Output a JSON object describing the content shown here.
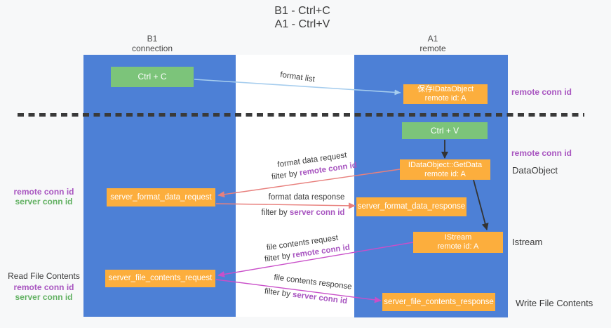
{
  "title": {
    "line1": "B1 - Ctrl+C",
    "line2": "A1 - Ctrl+V"
  },
  "lanes": {
    "left": {
      "name": "B1",
      "role": "connection"
    },
    "right": {
      "name": "A1",
      "role": "remote"
    }
  },
  "nodes": {
    "ctrl_c": {
      "label": "Ctrl + C"
    },
    "saved_dataobject": {
      "line1": "保存IDataObject",
      "line2": "remote id: A"
    },
    "ctrl_v": {
      "label": "Ctrl + V"
    },
    "getdata": {
      "line1": "IDataObject::GetData",
      "line2": "remote id: A"
    },
    "format_request": {
      "label": "server_format_data_request"
    },
    "format_response": {
      "label": "server_format_data_response"
    },
    "istream": {
      "line1": "IStream",
      "line2": "remote id: A"
    },
    "file_request": {
      "label": "server_file_contents_request"
    },
    "file_response": {
      "label": "server_file_contents_response"
    }
  },
  "edges": {
    "format_list": {
      "label": "format list"
    },
    "format_data_request": {
      "label": "format data request",
      "filter_prefix": "filter by",
      "filter_key": "remote conn id"
    },
    "format_data_response": {
      "label": "format data response",
      "filter_prefix": "filter by",
      "filter_key": "server conn id"
    },
    "file_contents_request": {
      "label": "file contents request",
      "filter_prefix": "filter by",
      "filter_key": "remote conn id"
    },
    "file_contents_response": {
      "label": "file contents response",
      "filter_prefix": "filter by",
      "filter_key": "server conn id"
    }
  },
  "annotations": {
    "right_top_conn_id": "remote conn id",
    "right_mid_conn_id": "remote conn id",
    "dataobject": "DataObject",
    "istream": "Istream",
    "write_file_contents": "Write File Contents",
    "read_file_contents": "Read File Contents",
    "left_top": {
      "remote": "remote conn id",
      "server": "server conn id"
    },
    "left_bottom": {
      "remote": "remote conn id",
      "server": "server conn id"
    }
  },
  "colors": {
    "lane_blue": "#4d80d6",
    "node_orange": "#fcae3d",
    "node_green": "#7cc47a",
    "arrow_light_blue": "#a6cdee",
    "arrow_red": "#e8807d",
    "arrow_magenta": "#c94fc9",
    "arrow_black": "#333333",
    "conn_id_purple": "#a855c0",
    "conn_id_green": "#62b162",
    "background": "#f7f8f9"
  }
}
